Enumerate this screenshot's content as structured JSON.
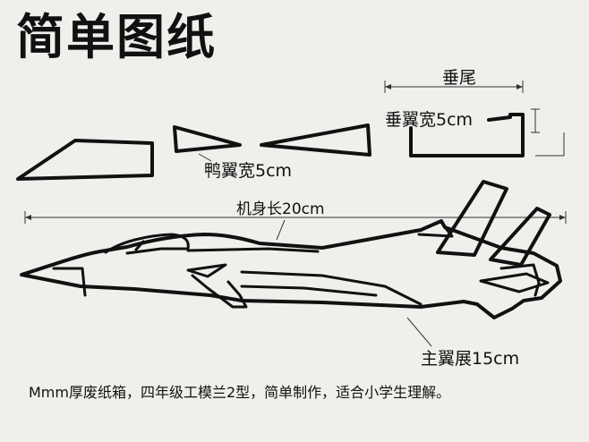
{
  "title": "简单图纸",
  "labels": {
    "vertical_tail": "垂尾",
    "vertical_tail_width": "垂翼宽5cm",
    "canard_width": "鸭翼宽5cm",
    "body_length": "机身长20cm",
    "main_wing_span": "主翼展15cm"
  },
  "footer": "Mmm厚废纸箱，四年级工模兰2型，简单制作，适合小学生理解。"
}
